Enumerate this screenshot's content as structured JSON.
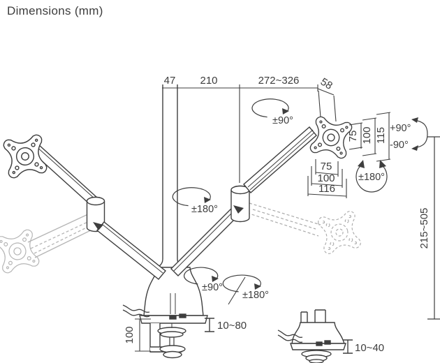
{
  "title": "Dimensions (mm)",
  "colors": {
    "line": "#3e3e3e",
    "ghost": "#b5b5b5",
    "background": "#ffffff"
  },
  "dimensions": {
    "pole_width": "47",
    "pole_to_elbow": "210",
    "arm_reach": "272~326",
    "head_depth": "58",
    "height_range": "215~505",
    "clamp_body_height": "100",
    "clamp_desk_range": "10~80",
    "grommet_desk_range": "10~40",
    "vesa_side_inner": "75",
    "vesa_side_mid": "100",
    "vesa_side_outer": "115",
    "vesa_bottom_inner": "75",
    "vesa_bottom_mid": "100",
    "vesa_bottom_outer": "116"
  },
  "rotations": {
    "head_swivel": "±90°",
    "arm_elbow_swivel": "±180°",
    "tilt_up": "+90°",
    "tilt_down": "-90°",
    "vesa_plate_rotation": "±180°",
    "base_swivel": "±90°",
    "base_rotation": "±180°"
  }
}
